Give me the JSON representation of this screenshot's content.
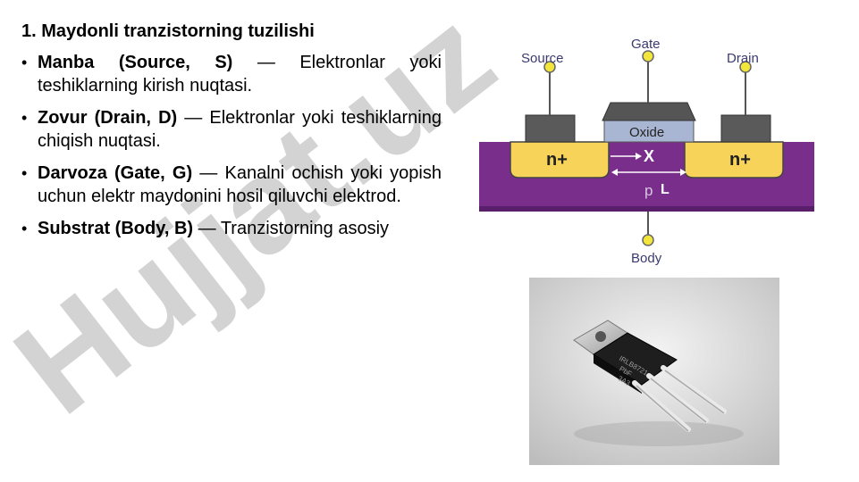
{
  "heading": "1. Maydonli tranzistorning tuzilishi",
  "bullets": [
    {
      "term": "Manba (Source, S)",
      "text": " — Elektronlar yoki teshiklarning kirish nuqtasi."
    },
    {
      "term": "Zovur (Drain, D)",
      "text": " — Elektronlar yoki teshiklarning chiqish nuqtasi."
    },
    {
      "term": "Darvoza (Gate, G)",
      "text": " — Kanalni ochish yoki yopish uchun elektr maydonini hosil qiluvchi elektrod."
    },
    {
      "term": "Substrat (Body, B)",
      "text": " — Tranzistorning asosiy"
    }
  ],
  "diagram": {
    "source": "Source",
    "gate": "Gate",
    "drain": "Drain",
    "oxide": "Oxide",
    "n_left": "n+",
    "n_right": "n+",
    "x_label": "X",
    "l_label": "L",
    "p_label": "p",
    "body": "Body"
  },
  "photo": {
    "chip_line1": "IRLB8721",
    "chip_line2": "PbF",
    "chip_line3": "3A3"
  },
  "watermark": "Hujjat.uz",
  "colors": {
    "substrate": "#7a2e8c",
    "n_region": "#f7d35a",
    "gate_metal": "#5a5a5a",
    "oxide": "#a9b6d3",
    "terminal": "#f2e53c"
  }
}
